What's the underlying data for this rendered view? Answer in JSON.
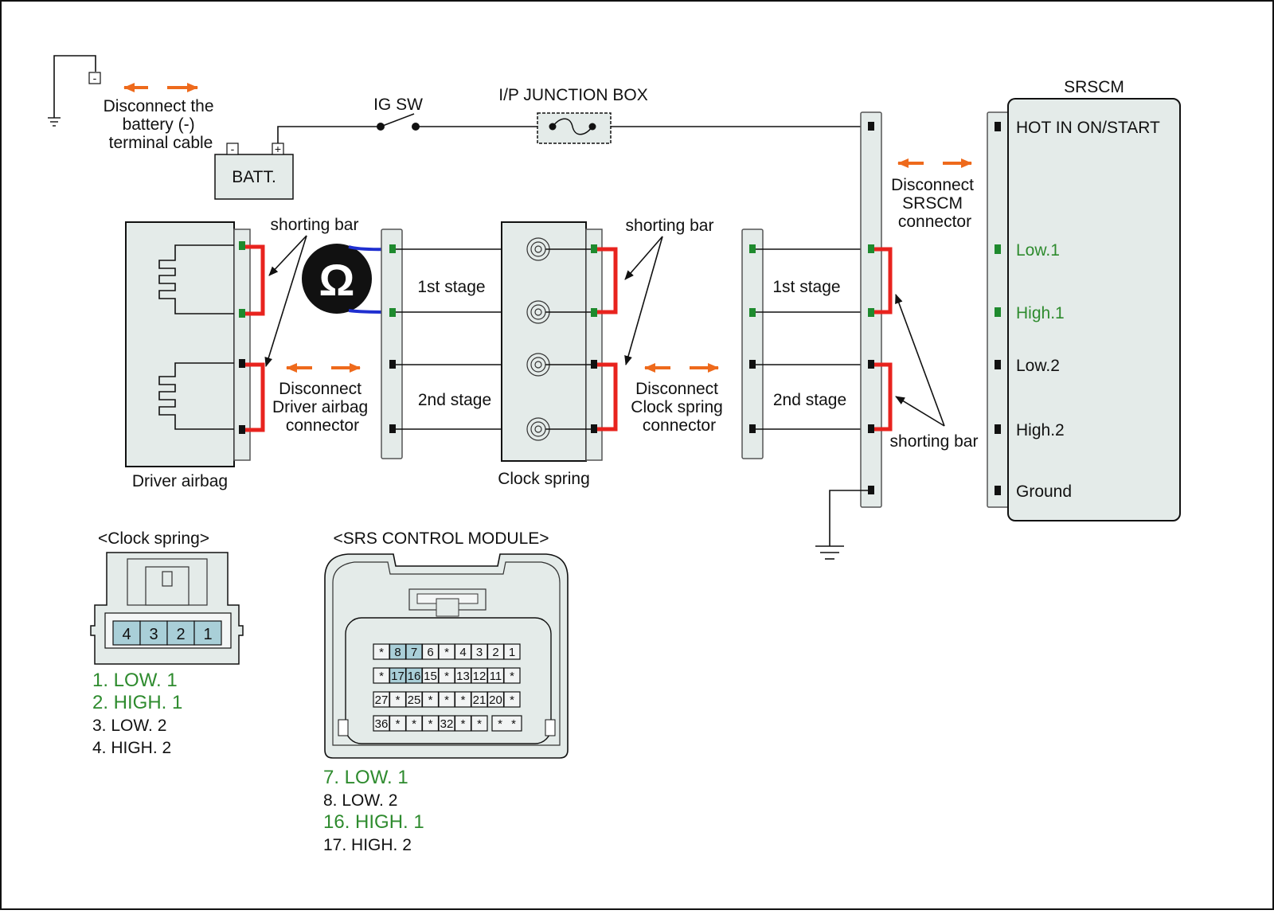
{
  "labels": {
    "disconnect_battery": [
      "Disconnect the",
      "battery (-)",
      "terminal cable"
    ],
    "battery": "BATT.",
    "batt_minus": "-",
    "batt_plus": "+",
    "ground_minus": "-",
    "ig_sw": "IG SW",
    "junction_box": "I/P JUNCTION BOX",
    "srscm_title": "SRSCM",
    "disconnect_srscm": [
      "Disconnect",
      "SRSCM",
      "connector"
    ],
    "shorting_bar_left": "shorting bar",
    "shorting_bar_mid": "shorting bar",
    "shorting_bar_right": "shorting bar",
    "ohm": "Ω",
    "stage1_left": "1st stage",
    "stage2_left": "2nd stage",
    "stage1_right": "1st stage",
    "stage2_right": "2nd stage",
    "disconnect_driver": [
      "Disconnect",
      "Driver airbag",
      "connector"
    ],
    "disconnect_clock": [
      "Disconnect",
      "Clock spring",
      "connector"
    ],
    "driver_airbag": "Driver airbag",
    "clock_spring": "Clock spring",
    "clock_spring_heading": "<Clock spring>",
    "srs_module_heading": "<SRS CONTROL MODULE>"
  },
  "srscm_pins": [
    {
      "label": "HOT IN ON/START",
      "color": "#111111"
    },
    {
      "label": "Low.1",
      "color": "#2e8b2e"
    },
    {
      "label": "High.1",
      "color": "#2e8b2e"
    },
    {
      "label": "Low.2",
      "color": "#111111"
    },
    {
      "label": "High.2",
      "color": "#111111"
    },
    {
      "label": "Ground",
      "color": "#111111"
    }
  ],
  "clock_spring_connector": {
    "pins": [
      "4",
      "3",
      "2",
      "1"
    ],
    "legend": [
      {
        "text": "1. LOW. 1",
        "color": "#2e8b2e"
      },
      {
        "text": "2. HIGH. 1",
        "color": "#2e8b2e"
      },
      {
        "text": "3. LOW. 2",
        "color": "#111111"
      },
      {
        "text": "4. HIGH. 2",
        "color": "#111111"
      }
    ]
  },
  "srs_control_module": {
    "rows": [
      [
        {
          "t": "*"
        },
        {
          "t": "8",
          "h": true
        },
        {
          "t": "7",
          "h": true
        },
        {
          "t": "6"
        },
        {
          "t": "*"
        },
        {
          "t": "4"
        },
        {
          "t": "3"
        },
        {
          "t": "2"
        },
        {
          "t": "1"
        }
      ],
      [
        {
          "t": "*"
        },
        {
          "t": "17",
          "h": true
        },
        {
          "t": "16",
          "h": true
        },
        {
          "t": "15"
        },
        {
          "t": "*"
        },
        {
          "t": "13"
        },
        {
          "t": "12"
        },
        {
          "t": "11"
        },
        {
          "t": "*"
        }
      ],
      [
        {
          "t": "27"
        },
        {
          "t": "*"
        },
        {
          "t": "25"
        },
        {
          "t": "*"
        },
        {
          "t": "*"
        },
        {
          "t": "*"
        },
        {
          "t": "21"
        },
        {
          "t": "20"
        },
        {
          "t": "*"
        }
      ],
      [
        {
          "t": "36"
        },
        {
          "t": "*"
        },
        {
          "t": "*"
        },
        {
          "t": "*"
        },
        {
          "t": "32"
        },
        {
          "t": "*"
        },
        {
          "t": "*"
        }
      ]
    ],
    "last_row_extra": [
      "*",
      "*"
    ],
    "legend": [
      {
        "text": "7. LOW. 1",
        "color": "#2e8b2e"
      },
      {
        "text": "8. LOW. 2",
        "color": "#111111"
      },
      {
        "text": "16. HIGH. 1",
        "color": "#2e8b2e"
      },
      {
        "text": "17. HIGH. 2",
        "color": "#111111"
      }
    ]
  }
}
